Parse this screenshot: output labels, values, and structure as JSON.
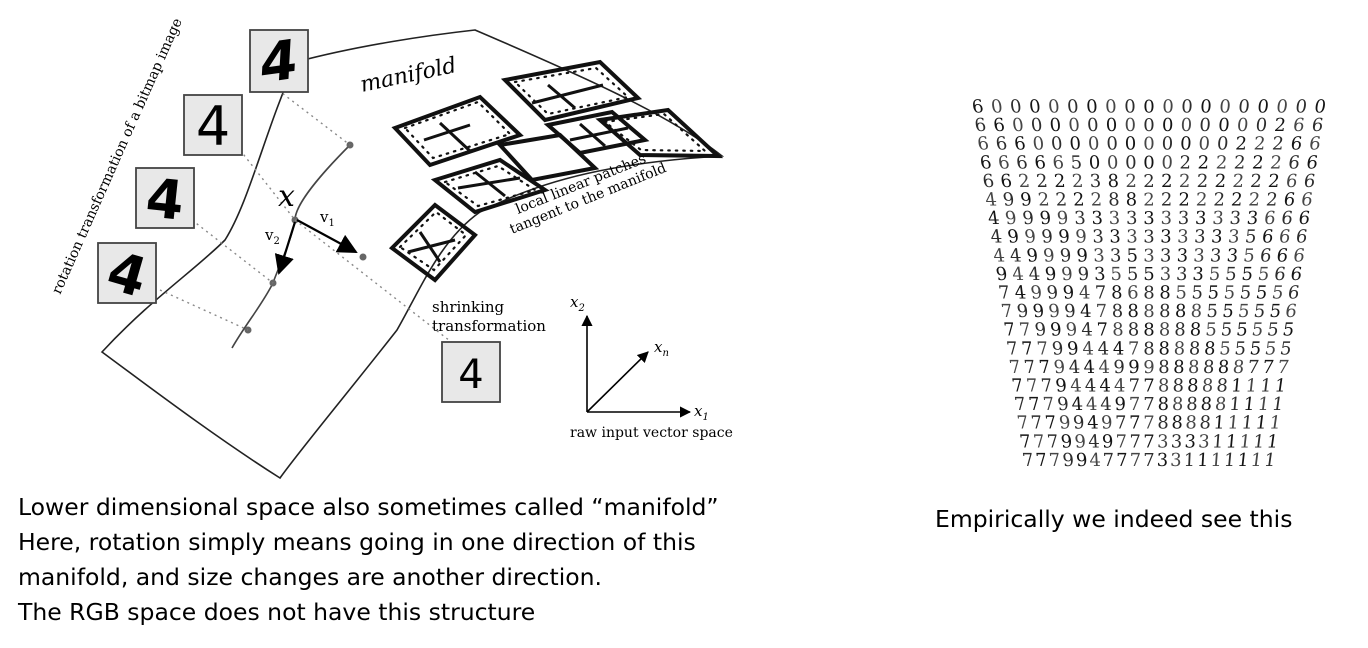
{
  "diagram": {
    "manifold_label": "manifold",
    "rotation_label": "rotation transformation of a bitmap image",
    "patches_label_line1": "local linear patches",
    "patches_label_line2": "tangent to the manifold",
    "point_label": "x",
    "v1_label": "v",
    "v1_sub": "1",
    "v2_label": "v",
    "v2_sub": "2",
    "shrinking_label_line1": "shrinking",
    "shrinking_label_line2": "transformation",
    "axes_caption": "raw input vector space",
    "axis_x2_label": "x",
    "axis_x2_sub": "2",
    "axis_xn_label": "x",
    "axis_xn_sub": "n",
    "axis_x1_label": "x",
    "axis_x1_sub": "1",
    "digit": "4"
  },
  "caption_left": [
    "Lower dimensional space also sometimes called “manifold”",
    "Here, rotation simply means going in one direction of this",
    "manifold, and size changes are another direction.",
    "The RGB space does not have this structure"
  ],
  "caption_right": "Empirically we indeed see this",
  "digit_grid": [
    "6000000000000000000",
    "6600000000000000266",
    "6660000000000022266",
    "6666650000022222266",
    "6622223822222222266",
    "4992222882222222266",
    "4999933333333333666",
    "4999993333333335666",
    "4499993353333335666",
    "9449993555333555566",
    "7499947868855555556",
    "7999947888888555556",
    "7799947888888555555",
    "7779944478888855555",
    "7779444999888888777",
    "7779444477888881111",
    "7779444977888881111",
    "7779949777888811111",
    "7779949777333311111",
    "7779947777331111111"
  ]
}
